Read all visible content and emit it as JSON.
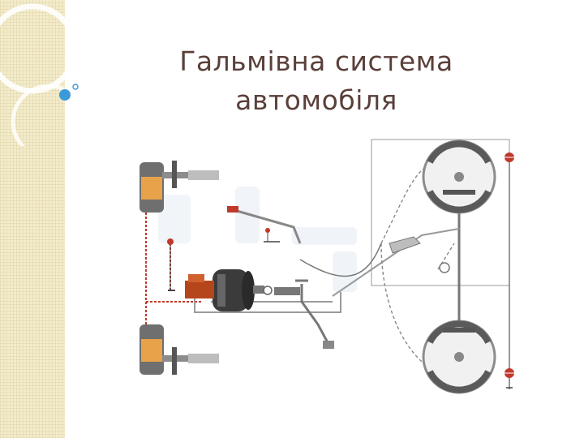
{
  "slide": {
    "title_line1": "Гальмівна система",
    "title_line2": "автомобіля"
  },
  "diagram": {
    "subject": "vehicle brake system schematic",
    "components": [
      "front-disc-brake-top",
      "front-disc-brake-bottom",
      "brake-booster",
      "master-cylinder",
      "brake-pedal",
      "parking-brake-lever",
      "pressure-regulator",
      "rear-drum-brake-top",
      "rear-drum-brake-bottom",
      "brake-lines",
      "parking-brake-cables"
    ],
    "colors": {
      "brake_line_red": "#c0392b",
      "metal_gray": "#8c8c8c",
      "caliper_orange": "#e8a24a",
      "booster_dark": "#3b3b3b",
      "title_text": "#5a3f3a",
      "strip_bg": "#f3eccb",
      "accent_blue": "#3a9ad9"
    }
  }
}
